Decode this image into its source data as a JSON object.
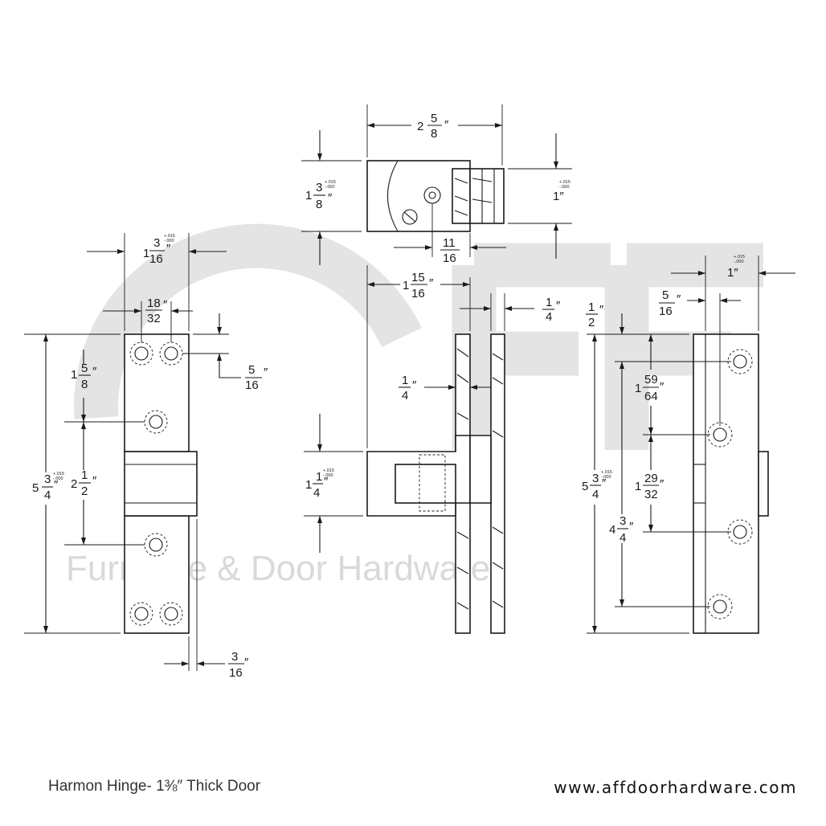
{
  "watermark": {
    "text": "Furniture & Door Hardware",
    "color": "#d9d9d9"
  },
  "caption": "Harmon Hinge- 1⅜″ Thick Door",
  "website": "www.affdoorhardware.com",
  "tolerance": {
    "plus": "+.015",
    "minus": "-.000"
  },
  "dimensions": {
    "top_width": {
      "whole": "2",
      "num": "5",
      "den": "8"
    },
    "top_height": {
      "whole": "1",
      "num": "3",
      "den": "8"
    },
    "top_depth": "1″",
    "top_screw_offset": {
      "num": "11",
      "den": "16"
    },
    "front_width": {
      "whole": "1",
      "num": "3",
      "den": "16"
    },
    "front_hole_spacing": {
      "num": "18",
      "den": "32"
    },
    "front_top_hole": {
      "num": "5",
      "den": "16"
    },
    "front_upper_gap": {
      "whole": "1",
      "num": "5",
      "den": "8"
    },
    "front_height": {
      "whole": "5",
      "num": "3",
      "den": "4"
    },
    "front_mid": {
      "whole": "2",
      "num": "1",
      "den": "2"
    },
    "front_offset": {
      "num": "3",
      "den": "16"
    },
    "side_depth": {
      "whole": "1",
      "num": "15",
      "den": "16"
    },
    "side_leaf": {
      "num": "1",
      "den": "4"
    },
    "side_gap": {
      "num": "1",
      "den": "4"
    },
    "side_knuckle": {
      "whole": "1",
      "num": "1",
      "den": "4"
    },
    "back_depth": "1″",
    "back_hole_inset": {
      "num": "5",
      "den": "16"
    },
    "back_top": {
      "num": "1",
      "den": "2"
    },
    "back_upper": {
      "whole": "1",
      "num": "59",
      "den": "64"
    },
    "back_height": {
      "whole": "5",
      "num": "3",
      "den": "4"
    },
    "back_lower": {
      "whole": "1",
      "num": "29",
      "den": "32"
    },
    "back_span": {
      "whole": "4",
      "num": "3",
      "den": "4"
    }
  }
}
